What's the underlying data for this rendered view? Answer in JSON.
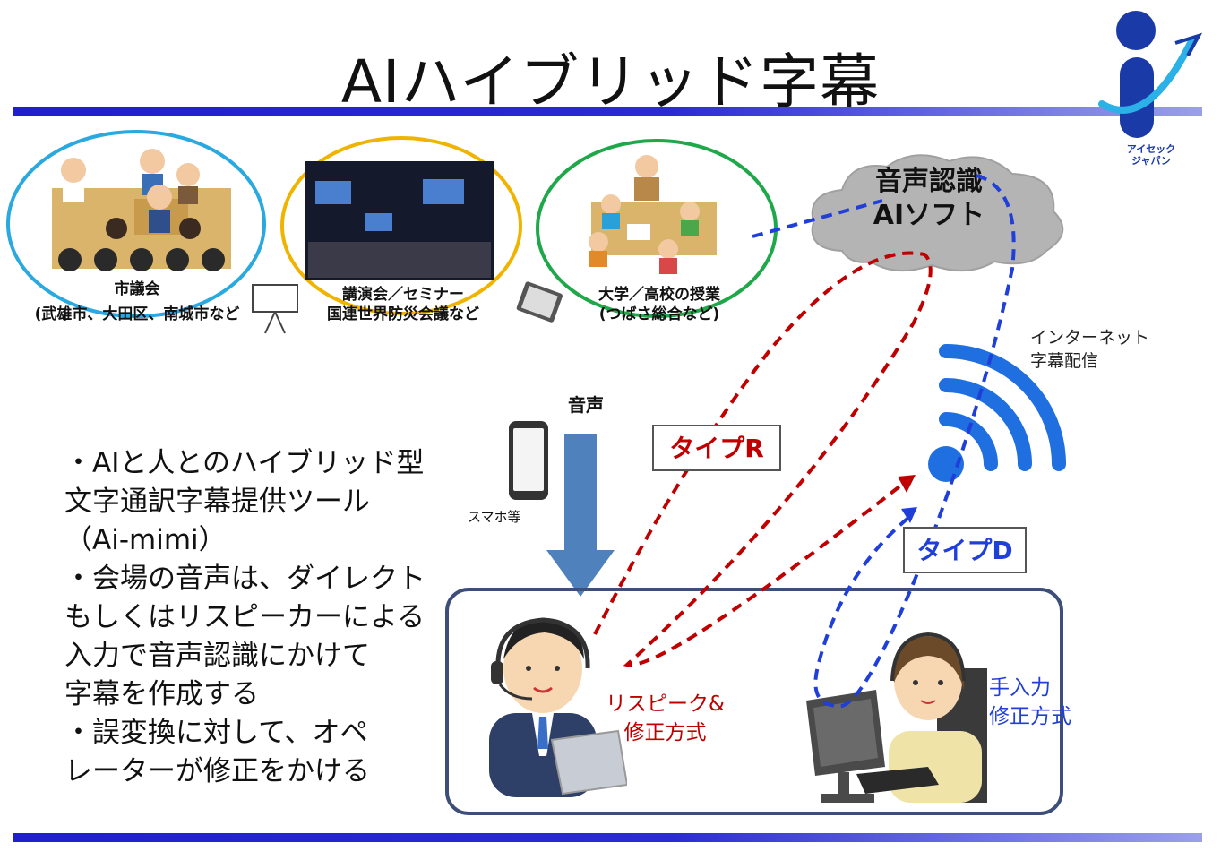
{
  "title": "AIハイブリッド字幕",
  "logo": {
    "line1": "アイセック",
    "line2": "ジャパン",
    "icon": "aisec-japan-logo",
    "color": "#1a3aa8"
  },
  "venues": [
    {
      "label_line1": "市議会",
      "label_line2": "(武雄市、大田区、南城市など",
      "ellipse_color": "#2aa8e0",
      "icon": "council-meeting-illustration"
    },
    {
      "label_line1": "講演会／セミナー",
      "label_line2": "国連世界防災会議など",
      "ellipse_color": "#f0b400",
      "icon": "conference-hall-photo"
    },
    {
      "label_line1": "大学／高校の授業",
      "label_line2": "(つばさ総合など)",
      "ellipse_color": "#1ea84a",
      "icon": "classroom-illustration"
    }
  ],
  "cloud": {
    "line1": "音声認識",
    "line2": "AIソフト"
  },
  "internet": {
    "line1": "インターネット",
    "line2": "字幕配信",
    "icon": "wifi-icon",
    "color": "#1f6fe0"
  },
  "voice_label": "音声",
  "phone_label": "スマホ等",
  "bullets": [
    "・AIと人とのハイブリッド型",
    "文字通訳字幕提供ツール",
    "（Ai-mimi）",
    "・会場の音声は、ダイレクト",
    "もしくはリスピーカーによる",
    "入力で音声認識にかけて",
    "字幕を作成する",
    "・誤変換に対して、オペ",
    "レーターが修正をかける"
  ],
  "type_r": "タイプR",
  "type_d": "タイプD",
  "respeak": {
    "line1": "リスピーク&",
    "line2": "修正方式"
  },
  "manual": {
    "line1": "手入力",
    "line2": "修正方式"
  },
  "colors": {
    "red": "#c00000",
    "blue": "#1f3fd8",
    "arrow": "#4f81bd",
    "rule": "#2a2ad6"
  }
}
